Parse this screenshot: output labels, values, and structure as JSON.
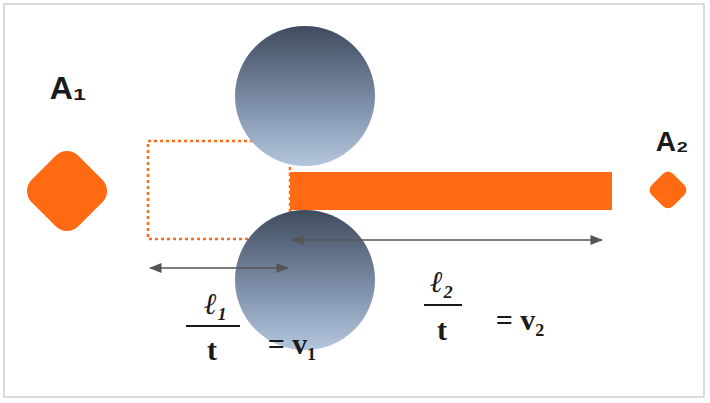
{
  "diagram": {
    "labels": [
      "A₁",
      "A₂",
      "ℓ₁",
      "t",
      "= v₁",
      "ℓ₂",
      "t",
      "= v₂"
    ]
  }
}
